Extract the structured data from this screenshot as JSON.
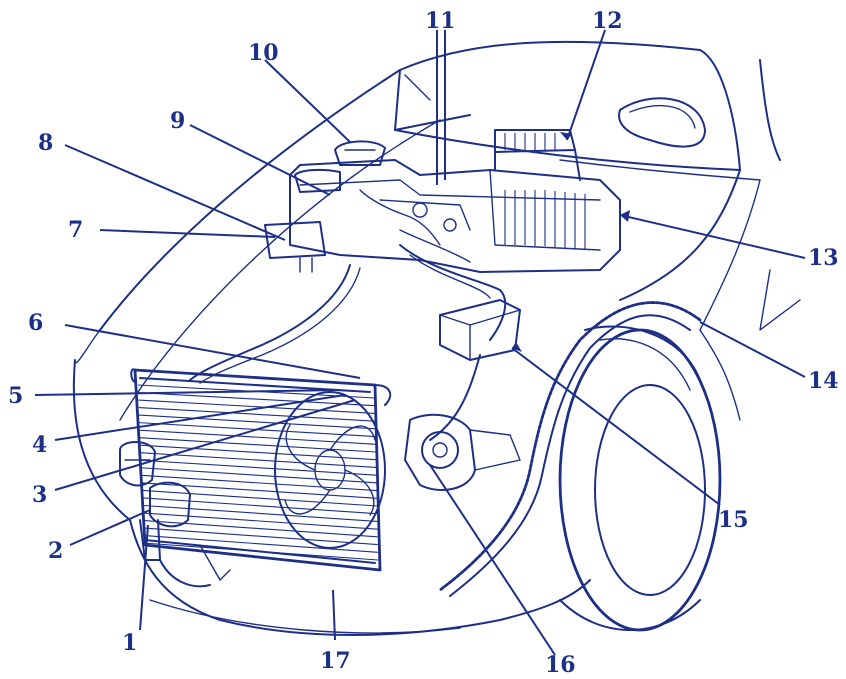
{
  "diagram": {
    "colors": {
      "ink": "#1d2f86",
      "paper": "#ffffff"
    },
    "callouts": [
      {
        "id": "1",
        "label": "1"
      },
      {
        "id": "2",
        "label": "2"
      },
      {
        "id": "3",
        "label": "3"
      },
      {
        "id": "4",
        "label": "4"
      },
      {
        "id": "5",
        "label": "5"
      },
      {
        "id": "6",
        "label": "6"
      },
      {
        "id": "7",
        "label": "7"
      },
      {
        "id": "8",
        "label": "8"
      },
      {
        "id": "9",
        "label": "9"
      },
      {
        "id": "10",
        "label": "10"
      },
      {
        "id": "11",
        "label": "11"
      },
      {
        "id": "12",
        "label": "12"
      },
      {
        "id": "13",
        "label": "13"
      },
      {
        "id": "14",
        "label": "14"
      },
      {
        "id": "15",
        "label": "15"
      },
      {
        "id": "16",
        "label": "16"
      },
      {
        "id": "17",
        "label": "17"
      }
    ]
  }
}
